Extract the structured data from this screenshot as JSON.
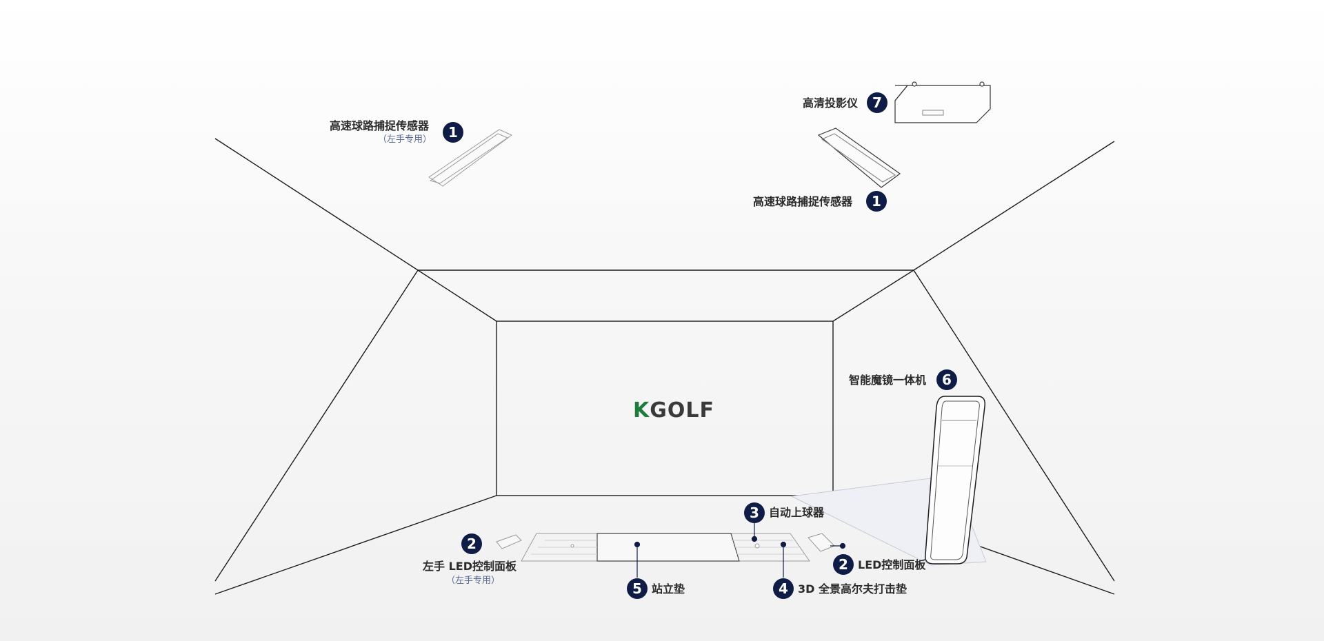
{
  "logo": {
    "prefix": "K",
    "rest": "GOLF"
  },
  "components": {
    "sensor_left": {
      "number": "1",
      "label": "高速球路捕捉传感器",
      "note": "（左手专用）"
    },
    "sensor_right": {
      "number": "1",
      "label": "高速球路捕捉传感器"
    },
    "projector": {
      "number": "7",
      "label": "高清投影仪"
    },
    "mirror": {
      "number": "6",
      "label": "智能魔镜一体机"
    },
    "tee_up": {
      "number": "3",
      "label": "自动上球器"
    },
    "led_left": {
      "number": "2",
      "label": "左手 LED控制面板",
      "note": "（左手专用）"
    },
    "led_right": {
      "number": "2",
      "label": "LED控制面板"
    },
    "stance_mat": {
      "number": "5",
      "label": "站立垫"
    },
    "hitting_mat": {
      "number": "4",
      "label": "3D 全景高尔夫打击垫"
    }
  },
  "colors": {
    "badge": "#0f1c45",
    "line": "#1a1a1a",
    "note": "#5a6a94",
    "logo_k": "#1f7a3d"
  }
}
